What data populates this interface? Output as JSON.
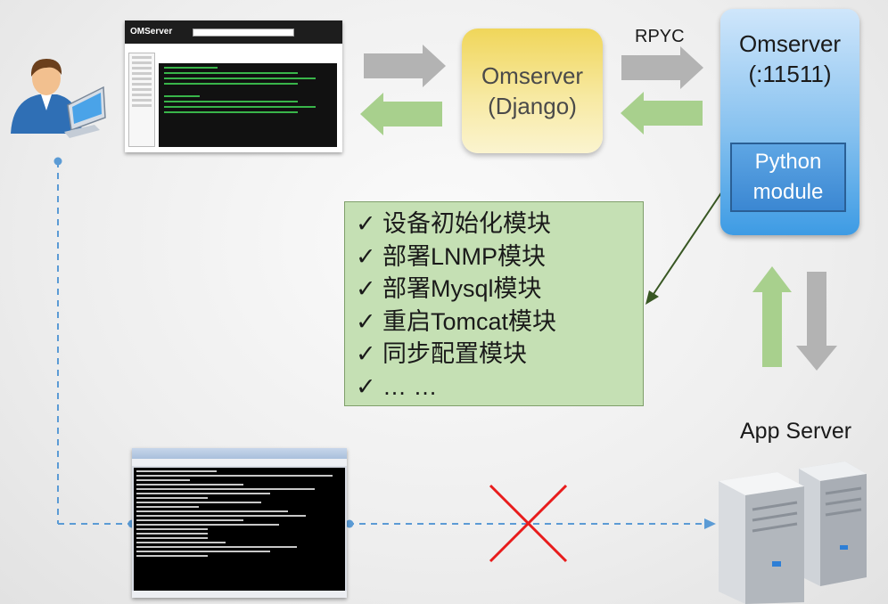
{
  "web_screenshot": {
    "logo_text": "OMServer"
  },
  "django_box": {
    "line1": "Omserver",
    "line2": "(Django)"
  },
  "rpyc_label": "RPYC",
  "omserver_box": {
    "line1": "Omserver",
    "line2": "(:11511)"
  },
  "python_box": {
    "line1": "Python",
    "line2": "module"
  },
  "module_list": {
    "check_glyph": "✓",
    "items": [
      "设备初始化模块",
      "部署LNMP模块",
      "部署Mysql模块",
      "重启Tomcat模块",
      "同步配置模块",
      "… …"
    ]
  },
  "app_server_label": "App Server",
  "colors": {
    "gray_arrow": "#b3b3b3",
    "green_arrow": "#a8d08d",
    "dashed_line": "#5b9bd5",
    "cross": "#e81c1c",
    "django_yellow": "#f0d65a",
    "omserver_blue": "#3d9be4",
    "module_green": "#c5e0b4"
  },
  "icons": [
    "user-computer-icon",
    "server-icon",
    "cross-icon"
  ]
}
